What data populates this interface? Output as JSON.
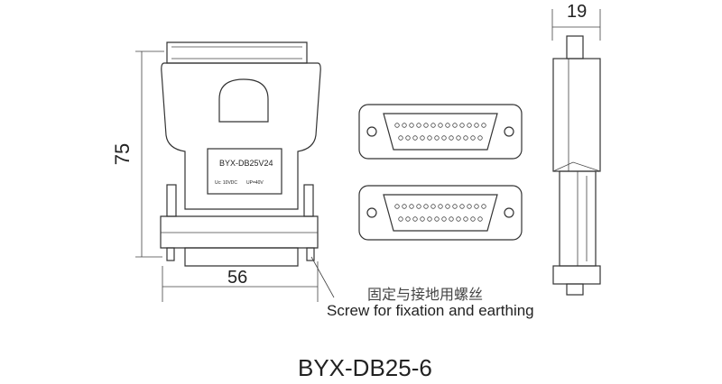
{
  "dimensions": {
    "height": "75",
    "width": "56",
    "depth": "19"
  },
  "label_plate": {
    "model": "BYX-DB25V24",
    "spec_uc": "Uc: 10VDC",
    "spec_up": "UP=40V"
  },
  "annotation": {
    "chinese": "固定与接地用螺丝",
    "english": "Screw for fixation and earthing"
  },
  "title": "BYX-DB25-6"
}
